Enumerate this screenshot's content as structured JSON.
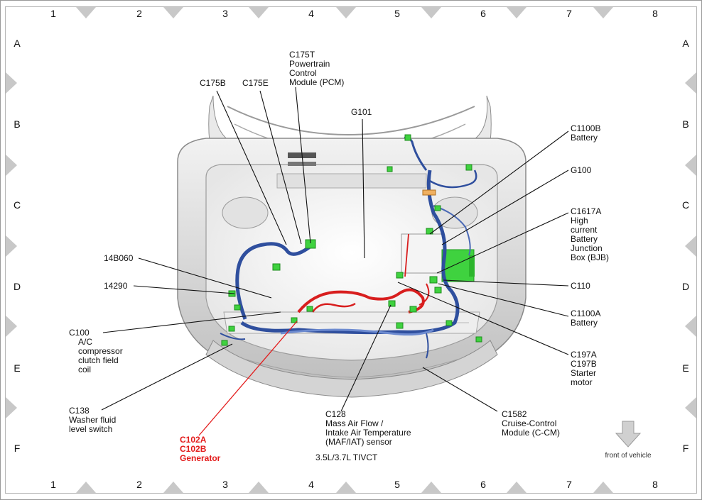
{
  "grid": {
    "columns": [
      "1",
      "2",
      "3",
      "4",
      "5",
      "6",
      "7",
      "8"
    ],
    "rows": [
      "A",
      "B",
      "C",
      "D",
      "E",
      "F"
    ]
  },
  "labels": {
    "c175t": [
      "C175T",
      "Powertrain",
      "Control",
      "Module (PCM)"
    ],
    "c175b": [
      "C175B"
    ],
    "c175e": [
      "C175E"
    ],
    "g101": [
      "G101"
    ],
    "c1100b": [
      "C1100B",
      "Battery"
    ],
    "g100": [
      "G100"
    ],
    "c1617a": [
      "C1617A",
      "High",
      "current",
      "Battery",
      "Junction",
      "Box (BJB)"
    ],
    "c110": [
      "C110"
    ],
    "c1100a": [
      "C1100A",
      "Battery"
    ],
    "c197": [
      "C197A",
      "C197B",
      "Starter",
      "motor"
    ],
    "c1582": [
      "C1582",
      "Cruise-Control",
      "Module (C-CM)"
    ],
    "c128": [
      "C128",
      "Mass Air Flow /",
      "Intake Air Temperature",
      "(MAF/IAT) sensor"
    ],
    "engine": [
      "3.5L/3.7L TIVCT"
    ],
    "c102": [
      "C102A",
      "C102B",
      "Generator"
    ],
    "c138": [
      "C138",
      "Washer fluid",
      "level switch"
    ],
    "c100": [
      "C100",
      "A/C",
      "compressor",
      "clutch field",
      "coil"
    ],
    "n14290": [
      "14290"
    ],
    "n14b060": [
      "14B060"
    ]
  },
  "front": {
    "label": "front of vehicle",
    "icon": "down-arrow-icon"
  },
  "colors": {
    "harness_blue": "#2f4f9e",
    "harness_red": "#d81e1e",
    "connector_green": "#3fd23f",
    "callout_red": "#e31b1b",
    "body_gray": "#c9c9c9"
  }
}
